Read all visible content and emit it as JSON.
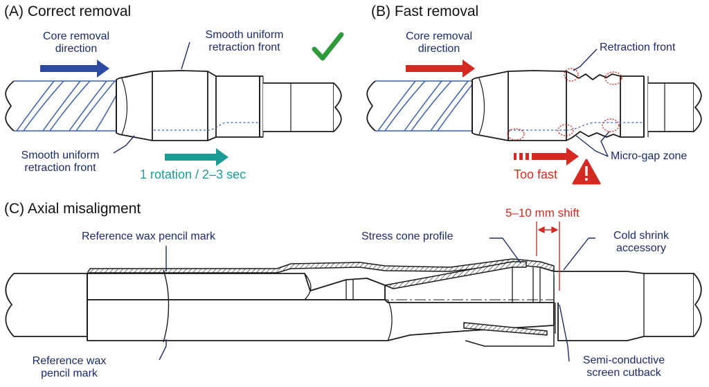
{
  "colors": {
    "outline": "#1a1a1a",
    "callout": "#1a2a6c",
    "spiral": "#3a5fb0",
    "arrow_blue": "#2b4aa0",
    "arrow_red": "#d42a22",
    "arrow_teal": "#1b9c95",
    "check_green": "#2e9a3a",
    "warning_red": "#d42a22"
  },
  "panel_a": {
    "title": "(A) Correct removal",
    "core_label": "Core removal\ndirection",
    "front_label_top": "Smooth uniform\nretraction front",
    "front_label_bottom": "Smooth uniform\nretraction front",
    "speed_label": "1 rotation / 2–3 sec",
    "check_icon": "check-icon"
  },
  "panel_b": {
    "title": "(B) Fast removal",
    "core_label": "Core removal\ndirection",
    "front_label": "Retraction front",
    "gap_label": "Micro-gap zone",
    "too_fast_label": "Too fast",
    "warning_icon": "warning-icon"
  },
  "panel_c": {
    "title": "(C) Axial misaligment",
    "ref_mark_top": "Reference wax pencil mark",
    "ref_mark_bottom": "Reference wax\npencil mark",
    "shift_label": "5–10 mm shift",
    "stress_cone_label": "Stress cone  profile",
    "accessory_label": "Cold shrink\naccessory",
    "cutback_label": "Semi-conductive\nscreen cutback"
  }
}
